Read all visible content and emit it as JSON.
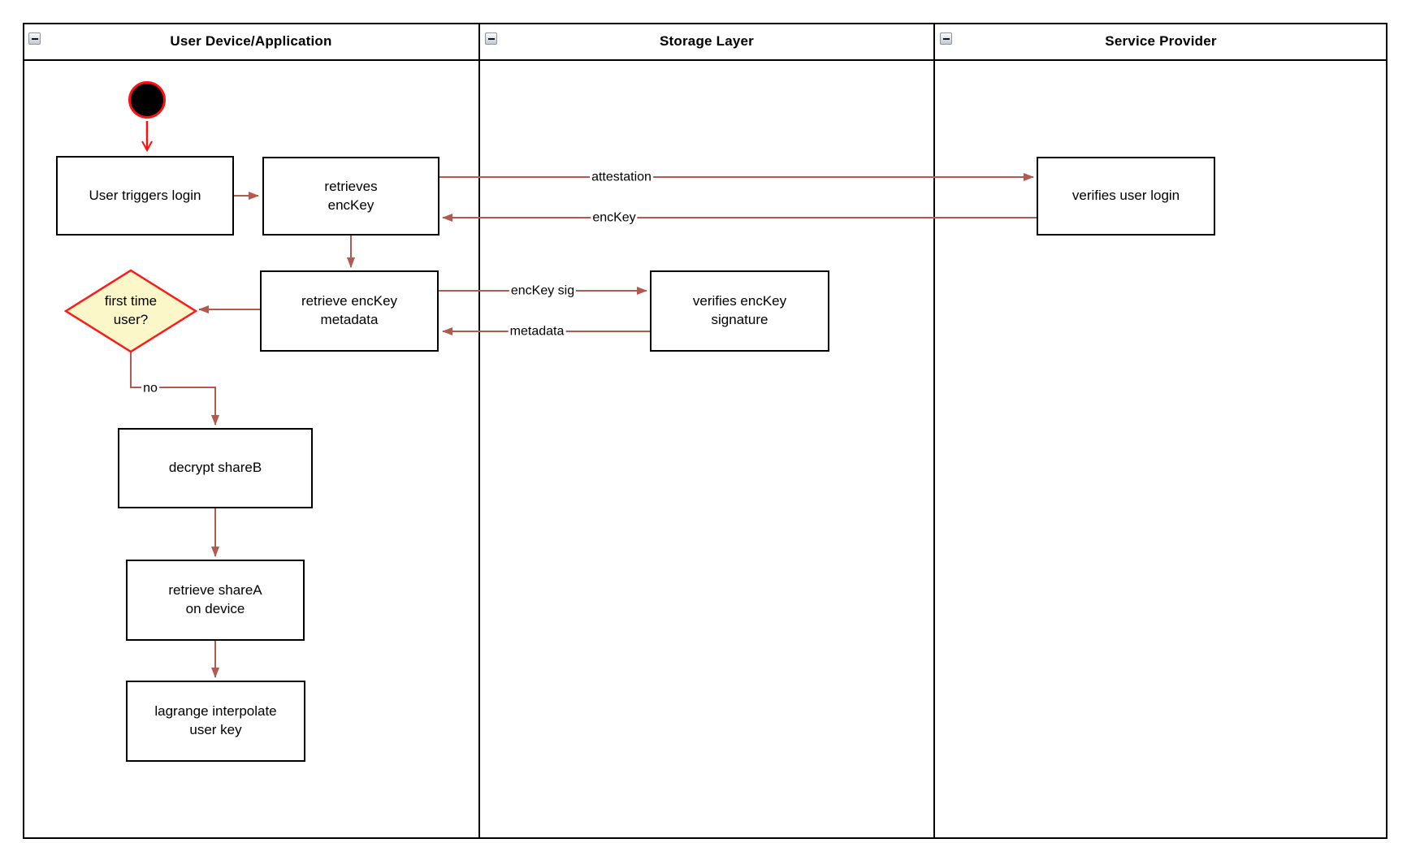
{
  "pool": {
    "lanes": [
      {
        "id": "user-device",
        "title": "User Device/Application"
      },
      {
        "id": "storage-layer",
        "title": "Storage Layer"
      },
      {
        "id": "service-provider",
        "title": "Service Provider"
      }
    ],
    "collapse_icon": "minus-icon"
  },
  "nodes": {
    "start": {
      "type": "initial-node"
    },
    "user_triggers_login": {
      "label": "User triggers login"
    },
    "retrieves_enckey": {
      "label": "retrieves\nencKey"
    },
    "verifies_user_login": {
      "label": "verifies user login"
    },
    "retrieve_enckey_metadata": {
      "label": "retrieve encKey\nmetadata"
    },
    "first_time_user": {
      "label": "first time\nuser?",
      "type": "decision"
    },
    "verifies_enckey_signature": {
      "label": "verifies encKey\nsignature"
    },
    "decrypt_shareb": {
      "label": "decrypt shareB"
    },
    "retrieve_sharea": {
      "label": "retrieve shareA\non device"
    },
    "lagrange_interpolate": {
      "label": "lagrange interpolate\nuser key"
    }
  },
  "edge_labels": {
    "attestation": "attestation",
    "enckey": "encKey",
    "enckey_sig": "encKey sig",
    "metadata": "metadata",
    "no": "no"
  },
  "colors": {
    "arrow": "#B05A52",
    "accent_red": "#FF0F0F",
    "decision_fill": "#FBF7C8",
    "decision_border": "#FF1A1A",
    "node_border": "#000000",
    "node_fill": "#FFFFFF"
  }
}
